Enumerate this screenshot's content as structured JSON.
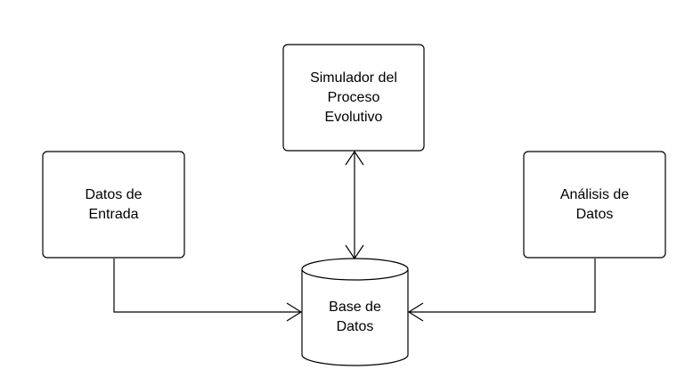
{
  "diagram": {
    "nodes": {
      "simulator": {
        "lines": [
          "Simulador del",
          "Proceso",
          "Evolutivo"
        ]
      },
      "input": {
        "lines": [
          "Datos de",
          "Entrada"
        ]
      },
      "analysis": {
        "lines": [
          "Análisis de",
          "Datos"
        ]
      },
      "database": {
        "lines": [
          "Base de",
          "Datos"
        ]
      }
    },
    "colors": {
      "stroke": "#000000",
      "fill": "#ffffff",
      "text": "#000000"
    }
  }
}
